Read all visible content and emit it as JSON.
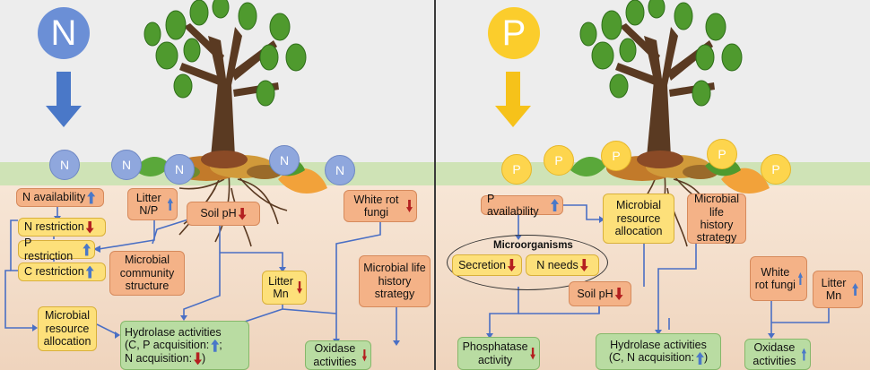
{
  "colors": {
    "nitrogen": "#6b8fd6",
    "phosphorus": "#fbcd2c",
    "increase_arrow": "#4a78c8",
    "decrease_arrow": "#b42020",
    "box_yellow": "#fde07a",
    "box_salmon": "#f4b287",
    "box_green": "#b9dca2",
    "connector": "#4a6fc4"
  },
  "left": {
    "nutrient_symbol": "N",
    "particle_label": "N",
    "n_availability": "N availability",
    "n_restriction": "N restriction",
    "p_restriction": "P restriction",
    "c_restriction": "C restriction",
    "litter_np": "Litter N/P",
    "soil_ph": "Soil pH",
    "white_rot_fungi": "White rot fungi",
    "microbial_community_structure": "Microbial community structure",
    "litter_mn": "Litter Mn",
    "microbial_life_history_strategy": "Microbial life history strategy",
    "microbial_resource_allocation": "Microbial resource allocation",
    "hydrolase_line1": "Hydrolase  activities",
    "hydrolase_line2": "(C, P acquisition:",
    "hydrolase_line2_end": ";",
    "hydrolase_line3": "N acquisition:",
    "hydrolase_line3_end": ")",
    "oxidase_activities": "Oxidase activities"
  },
  "right": {
    "nutrient_symbol": "P",
    "particle_label": "P",
    "p_availability": "P availability",
    "microbial_resource_allocation": "Microbial resource allocation",
    "microbial_life_history_strategy": "Microbial life history strategy",
    "microorganisms_title": "Microorganisms",
    "secretion": "Secretion",
    "n_needs": "N needs",
    "soil_ph": "Soil pH",
    "white_rot_fungi": "White rot fungi",
    "litter_mn": "Litter Mn",
    "phosphatase_activity": "Phosphatase activity",
    "hydrolase_line1": "Hydrolase activities",
    "hydrolase_line2": "(C, N acquisition:",
    "hydrolase_line2_end": ")",
    "oxidase_activities": "Oxidase activities"
  },
  "icons": {
    "tree": "tree-icon",
    "leaf_litter": "leaf-litter-icon",
    "roots": "roots-icon",
    "increase": "up-arrow-icon",
    "decrease": "down-arrow-icon"
  }
}
